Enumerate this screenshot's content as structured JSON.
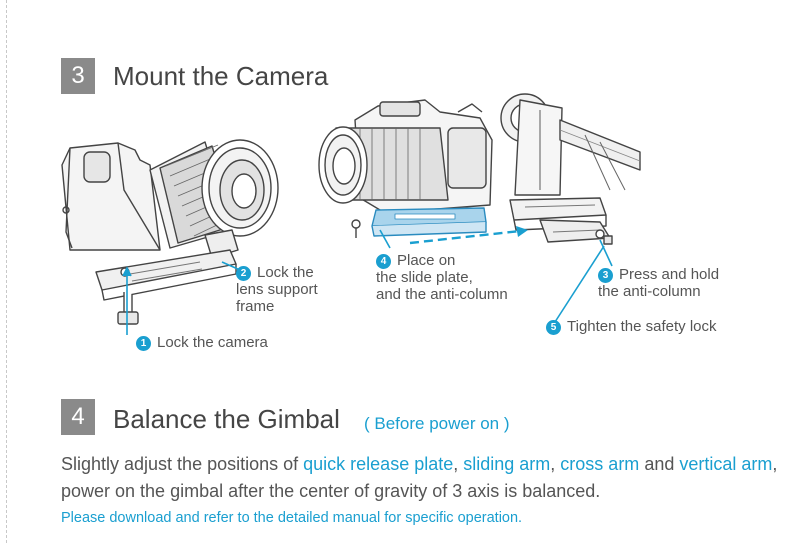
{
  "step3": {
    "number": "3",
    "title": "Mount the Camera"
  },
  "callouts": [
    {
      "num": "1",
      "lines": [
        "Lock the camera"
      ]
    },
    {
      "num": "2",
      "lines": [
        "Lock the",
        "lens support",
        "frame"
      ]
    },
    {
      "num": "3",
      "lines": [
        "Press and hold",
        "the anti-column"
      ]
    },
    {
      "num": "4",
      "lines": [
        "Place on",
        "the slide plate,",
        "and the anti-column"
      ]
    },
    {
      "num": "5",
      "lines": [
        "Tighten the safety lock"
      ]
    }
  ],
  "step4": {
    "number": "4",
    "title": "Balance the Gimbal",
    "note": "( Before power on )"
  },
  "body": {
    "t1": "Slightly adjust the positions of ",
    "h1": "quick release plate",
    "t2": ", ",
    "h2": "sliding arm",
    "t3": ", ",
    "h3": "cross arm",
    "t4": " and ",
    "h4": "vertical arm",
    "t5": ", power on the gimbal after the center of gravity of 3 axis is balanced."
  },
  "footnote": "Please download and refer to the detailed manual for specific operation.",
  "colors": {
    "accent": "#1a9fd0",
    "step_box": "#8a8a8a",
    "line_art": "#444444",
    "plate_fill": "#a9d4ec"
  }
}
